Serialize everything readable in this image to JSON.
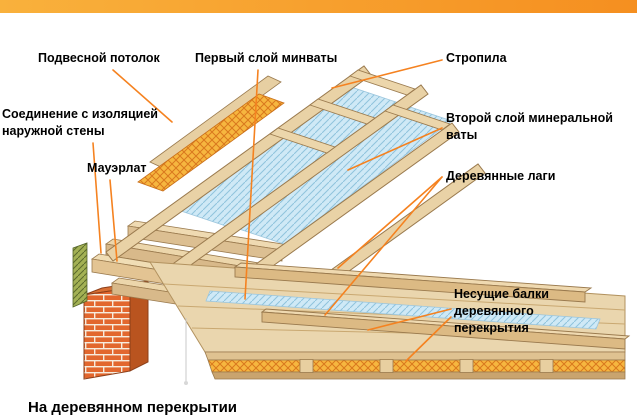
{
  "banner": {
    "color": "#f6a02d"
  },
  "labels": {
    "suspended_ceiling": "Подвесной потолок",
    "first_mineral_wool_layer": "Первый слой минваты",
    "rafters": "Стропила",
    "outer_wall_insulation_joint": "Соединение с изоляцией наружной стены",
    "mauerlat": "Мауэрлат",
    "second_mineral_wool_layer": "Второй слой минеральной ваты",
    "wooden_joists": "Деревянные лаги",
    "load_bearing_beams": "Несущие балки деревянного перекрытия"
  },
  "caption": "На деревянном перекрытии",
  "diagram": {
    "colors": {
      "leader_line": "#f58220",
      "wood_light": "#efd9b0",
      "wood_mid": "#e3c493",
      "wood_dark": "#c9a46f",
      "wood_outline": "#9a7a4e",
      "insulation_orange": "#f6b63f",
      "insulation_orange_hatch": "#d9781d",
      "mineral_wool_blue": "#cfe9f6",
      "mineral_wool_hatch": "#8fc3dd",
      "brick": "#e2672e",
      "brick_mortar": "#f6ebdd",
      "wall_insulation_green": "#a3b154"
    }
  }
}
